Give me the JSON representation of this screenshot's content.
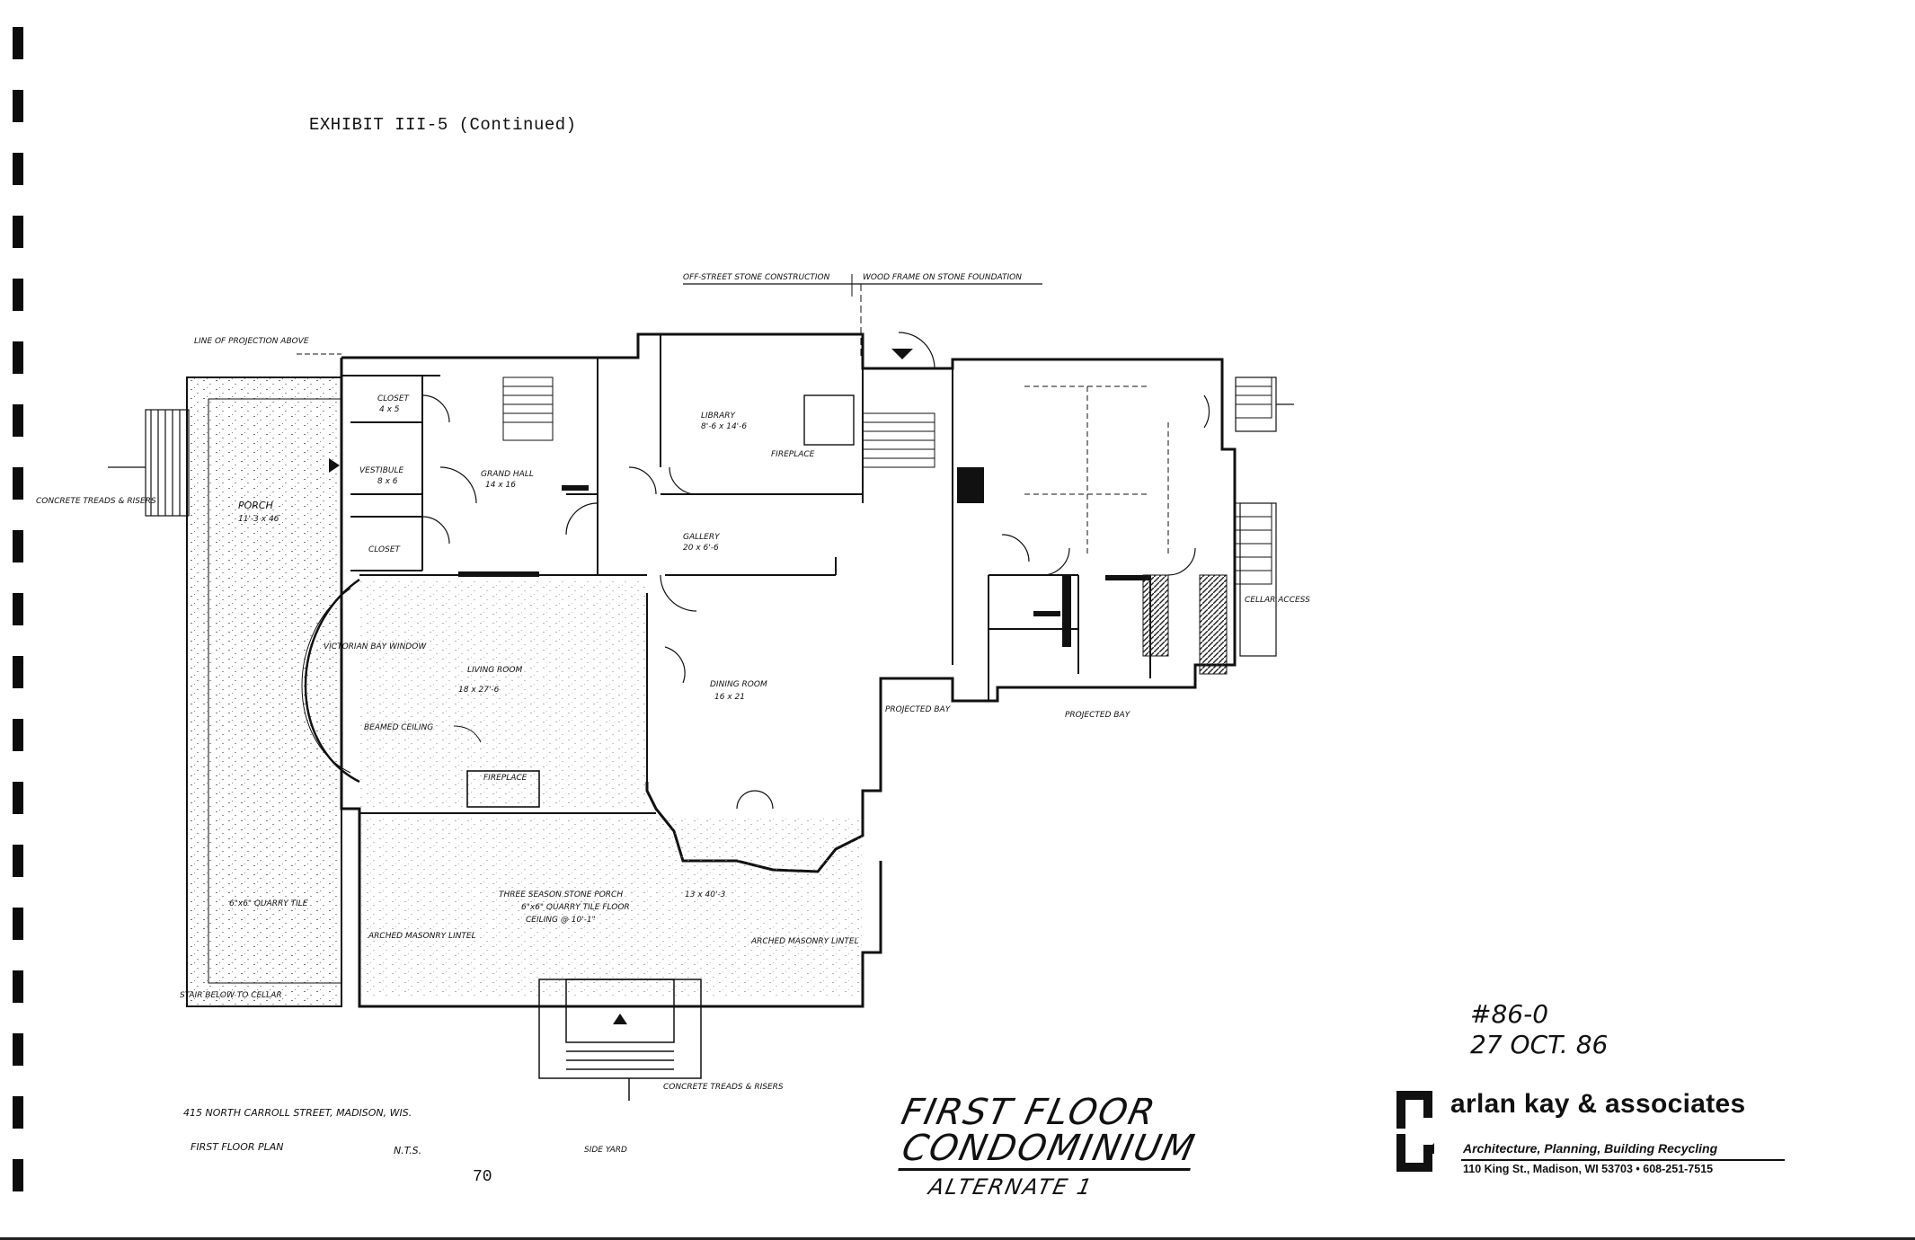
{
  "page": {
    "exhibit_label": "EXHIBIT III-5 (Continued)",
    "page_number": "70"
  },
  "plan_labels": {
    "off_street_stone": "OFF-STREET STONE CONSTRUCTION",
    "wood_frame": "WOOD FRAME ON STONE FOUNDATION",
    "line_of_projection": "LINE OF PROJECTION ABOVE",
    "concrete_treads_west": "CONCRETE TREADS & RISERS",
    "porch": "PORCH",
    "porch_dim": "11'-3 x 46",
    "closet_top": "CLOSET",
    "closet_top_dim": "4 x 5",
    "vestibule": "VESTIBULE",
    "vestibule_dim": "8 x 6",
    "closet_bottom": "CLOSET",
    "grand_hall": "GRAND HALL",
    "grand_hall_dim": "14 x 16",
    "library": "LIBRARY",
    "library_dim": "8'-6 x 14'-6",
    "fireplace_library": "FIREPLACE",
    "gallery": "GALLERY",
    "gallery_dim": "20 x 6'-6",
    "bay_window": "VICTORIAN BAY WINDOW",
    "living_room": "LIVING ROOM",
    "living_room_dim": "18 x 27'-6",
    "beamed_ceiling": "BEAMED CEILING",
    "fireplace_living": "FIREPLACE",
    "dining_room": "DINING ROOM",
    "dining_room_dim": "16 x 21",
    "projected_bay_1": "PROJECTED BAY",
    "projected_bay_2": "PROJECTED BAY",
    "cellar_access": "CELLAR ACCESS",
    "quarry_tile": "6\"x6\" QUARRY TILE",
    "three_season_porch": "THREE SEASON STONE PORCH",
    "three_season_dim": "13 x 40'-3",
    "quarry_tile_floor": "6\"x6\" QUARRY TILE FLOOR",
    "ceiling_note": "CEILING @ 10'-1\"",
    "arched_lintel_1": "ARCHED MASONRY LINTEL",
    "arched_lintel_2": "ARCHED MASONRY LINTEL",
    "stair_below": "STAIR BELOW TO CELLAR",
    "concrete_treads_south": "CONCRETE TREADS & RISERS",
    "address": "415 NORTH CARROLL STREET, MADISON, WIS.",
    "sheet_name": "FIRST FLOOR PLAN",
    "scale": "N.T.S.",
    "side_yard": "SIDE YARD"
  },
  "title": {
    "line1": "FIRST FLOOR",
    "line2": "CONDOMINIUM",
    "line3": "ALTERNATE 1"
  },
  "job_note": {
    "number": "#86-0",
    "date": "27 OCT. 86"
  },
  "firm": {
    "name": "arlan kay & associates",
    "tagline": "Architecture, Planning, Building Recycling",
    "address": "110 King St., Madison, WI 53703 • 608-251-7515"
  }
}
